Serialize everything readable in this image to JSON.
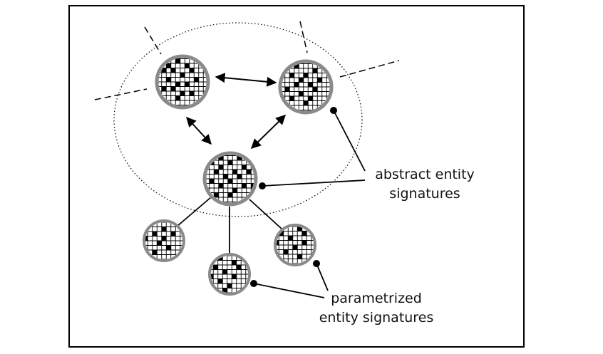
{
  "labels": {
    "abstract": [
      "abstract entity",
      "signatures"
    ],
    "parametrized": [
      "parametrized",
      "entity signatures"
    ]
  },
  "colors": {
    "stroke": "#000000",
    "ring": "#8a8a8a",
    "cell_fill": "#000000",
    "background": "#ffffff"
  },
  "nodes": [
    {
      "id": "abstract-top-left",
      "kind": "abstract",
      "filled": [
        [
          0,
          3
        ],
        [
          1,
          1
        ],
        [
          1,
          5
        ],
        [
          2,
          0
        ],
        [
          2,
          2
        ],
        [
          2,
          6
        ],
        [
          3,
          4
        ],
        [
          4,
          1
        ],
        [
          4,
          7
        ],
        [
          5,
          3
        ],
        [
          5,
          5
        ],
        [
          6,
          0
        ],
        [
          6,
          2
        ],
        [
          7,
          4
        ],
        [
          7,
          6
        ],
        [
          8,
          3
        ]
      ]
    },
    {
      "id": "abstract-top-right",
      "kind": "abstract",
      "filled": [
        [
          0,
          2
        ],
        [
          1,
          6
        ],
        [
          2,
          1
        ],
        [
          2,
          4
        ],
        [
          3,
          7
        ],
        [
          4,
          2
        ],
        [
          4,
          5
        ],
        [
          5,
          0
        ],
        [
          5,
          6
        ],
        [
          6,
          3
        ],
        [
          7,
          1
        ],
        [
          7,
          5
        ],
        [
          8,
          4
        ],
        [
          3,
          3
        ]
      ]
    },
    {
      "id": "abstract-center",
      "kind": "abstract",
      "filled": [
        [
          0,
          2
        ],
        [
          0,
          6
        ],
        [
          1,
          0
        ],
        [
          1,
          4
        ],
        [
          2,
          2
        ],
        [
          2,
          7
        ],
        [
          3,
          1
        ],
        [
          3,
          5
        ],
        [
          4,
          3
        ],
        [
          4,
          6
        ],
        [
          5,
          0
        ],
        [
          5,
          4
        ],
        [
          6,
          2
        ],
        [
          6,
          7
        ],
        [
          7,
          5
        ],
        [
          8,
          1
        ],
        [
          8,
          4
        ],
        [
          3,
          8
        ],
        [
          6,
          9
        ]
      ]
    },
    {
      "id": "param-left",
      "kind": "parametrized",
      "filled": [
        [
          0,
          3
        ],
        [
          1,
          1
        ],
        [
          2,
          4
        ],
        [
          3,
          2
        ],
        [
          3,
          6
        ],
        [
          4,
          0
        ],
        [
          5,
          3
        ],
        [
          6,
          5
        ],
        [
          7,
          2
        ],
        [
          4,
          4
        ]
      ]
    },
    {
      "id": "param-bottom",
      "kind": "parametrized",
      "filled": [
        [
          0,
          4
        ],
        [
          1,
          2
        ],
        [
          2,
          5
        ],
        [
          3,
          1
        ],
        [
          3,
          6
        ],
        [
          4,
          3
        ],
        [
          5,
          0
        ],
        [
          5,
          5
        ],
        [
          6,
          2
        ],
        [
          7,
          4
        ],
        [
          8,
          3
        ]
      ]
    },
    {
      "id": "param-right",
      "kind": "parametrized",
      "filled": [
        [
          0,
          3
        ],
        [
          1,
          5
        ],
        [
          2,
          1
        ],
        [
          2,
          6
        ],
        [
          3,
          3
        ],
        [
          4,
          0
        ],
        [
          5,
          4
        ],
        [
          6,
          2
        ],
        [
          7,
          5
        ],
        [
          4,
          6
        ]
      ]
    }
  ]
}
